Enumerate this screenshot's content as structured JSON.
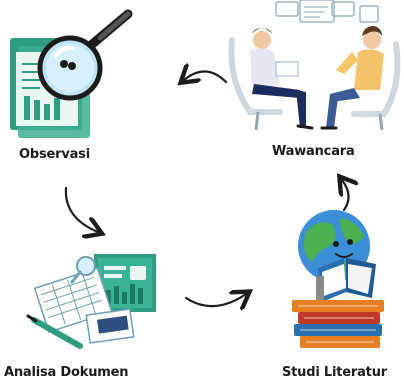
{
  "nodes": {
    "observasi": {
      "label": "Observasi",
      "icon": "magnifier-document-icon"
    },
    "wawancara": {
      "label": "Wawancara",
      "icon": "interview-people-icon"
    },
    "analisa_dokumen": {
      "label": "Analisa Dokumen",
      "icon": "documents-analysis-icon"
    },
    "studi_literatur": {
      "label": "Studi Literatur",
      "icon": "globe-books-icon"
    }
  },
  "colors": {
    "teal": "#2e9d82",
    "blue": "#2f7dbf",
    "dark": "#1c1c1c",
    "book_red": "#c0392b",
    "book_orange": "#e67e22",
    "book_blue": "#2a6fb0"
  }
}
